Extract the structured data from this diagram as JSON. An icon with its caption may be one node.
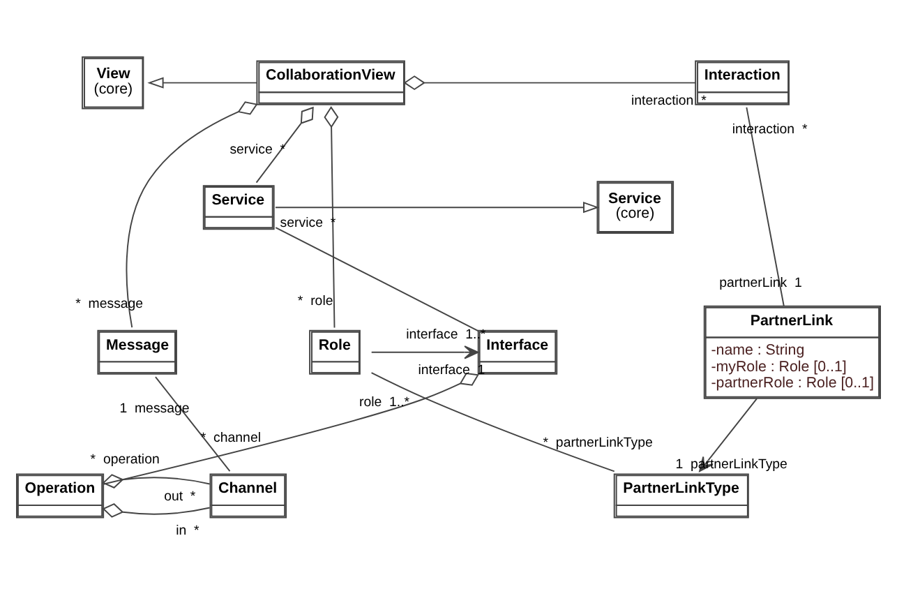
{
  "diagram": {
    "nodes": [
      {
        "text": [
          "View",
          "(core)"
        ]
      },
      {
        "text": [
          "CollaborationView"
        ]
      },
      {
        "text": [
          "Interaction"
        ]
      },
      {
        "text": [
          "Service",
          "(core)"
        ]
      },
      {
        "text": [
          "Service"
        ]
      },
      {
        "text": [
          "PartnerLink",
          "-name : String",
          "-myRole : Role [0..1]",
          "-partnerRole : Role [0..1]"
        ]
      },
      {
        "text": [
          "Message"
        ]
      },
      {
        "text": [
          "Interface"
        ]
      },
      {
        "text": [
          "Role"
        ]
      },
      {
        "text": [
          "Channel"
        ]
      },
      {
        "text": [
          "Operation"
        ]
      },
      {
        "text": [
          "PartnerLinkType"
        ]
      }
    ],
    "edges": [
      {
        "from": 1,
        "to": 0,
        "arrow": "to"
      },
      {
        "from": 1,
        "to": 2,
        "arrow": "other"
      },
      {
        "from": 1,
        "to": 6,
        "arrow": "other"
      },
      {
        "from": 1,
        "to": 4,
        "arrow": "other"
      },
      {
        "from": 1,
        "to": 8,
        "arrow": "other"
      },
      {
        "from": 4,
        "to": 3,
        "arrow": "to"
      },
      {
        "from": 2,
        "to": 5,
        "arrow": "none"
      },
      {
        "from": 4,
        "to": 7,
        "arrow": "none"
      },
      {
        "from": 8,
        "to": 7,
        "arrow": "to"
      },
      {
        "from": 7,
        "to": 10,
        "arrow": "other"
      },
      {
        "from": 6,
        "to": 9,
        "arrow": "none"
      },
      {
        "from": 10,
        "to": 9,
        "arrow": "other"
      },
      {
        "from": 10,
        "to": 9,
        "arrow": "other"
      },
      {
        "from": 8,
        "to": 11,
        "arrow": "none"
      },
      {
        "from": 5,
        "to": 11,
        "arrow": "to"
      }
    ],
    "labels": [
      "interaction",
      "*",
      "interaction",
      "*",
      "service",
      "*",
      "service",
      "*",
      "partnerLink",
      "1",
      "*",
      "message",
      "interface",
      "1..*",
      "*",
      "role",
      "interface",
      "1",
      "1",
      "message",
      "role",
      "1..*",
      "*",
      "operation",
      "*",
      "channel",
      "*",
      "partnerLinkType",
      "in",
      "*",
      "out",
      "*",
      "1",
      "partnerLinkType"
    ]
  }
}
